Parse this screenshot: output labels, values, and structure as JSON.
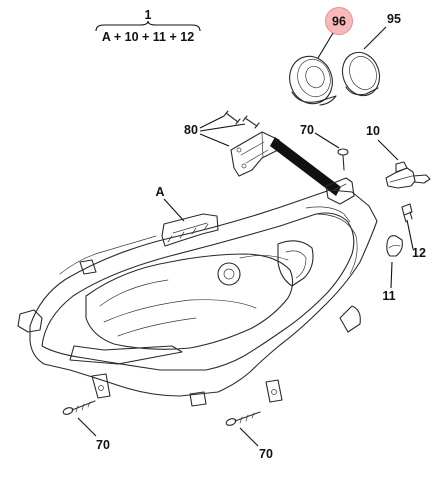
{
  "diagram": {
    "header": {
      "part_number": "1",
      "assembly": "A + 10 + 11 + 12"
    },
    "callouts": {
      "c96": {
        "text": "96",
        "highlight_color": "#f7b9b9",
        "ring_color": "#e88f8f"
      },
      "c95": "95",
      "c80": "80",
      "c70_top": "70",
      "c10": "10",
      "cA": "A",
      "c12": "12",
      "c11": "11",
      "c70_bl": "70",
      "c70_bm": "70"
    },
    "colors": {
      "line": "#2b2b2b",
      "headlamp_fill": "#d9d9d9",
      "lens_fill": "#e6e6e6",
      "reflector_fill": "#bdbdbd",
      "dark_fill": "#5a5a5a",
      "cap_fill": "#eeeeee"
    }
  }
}
